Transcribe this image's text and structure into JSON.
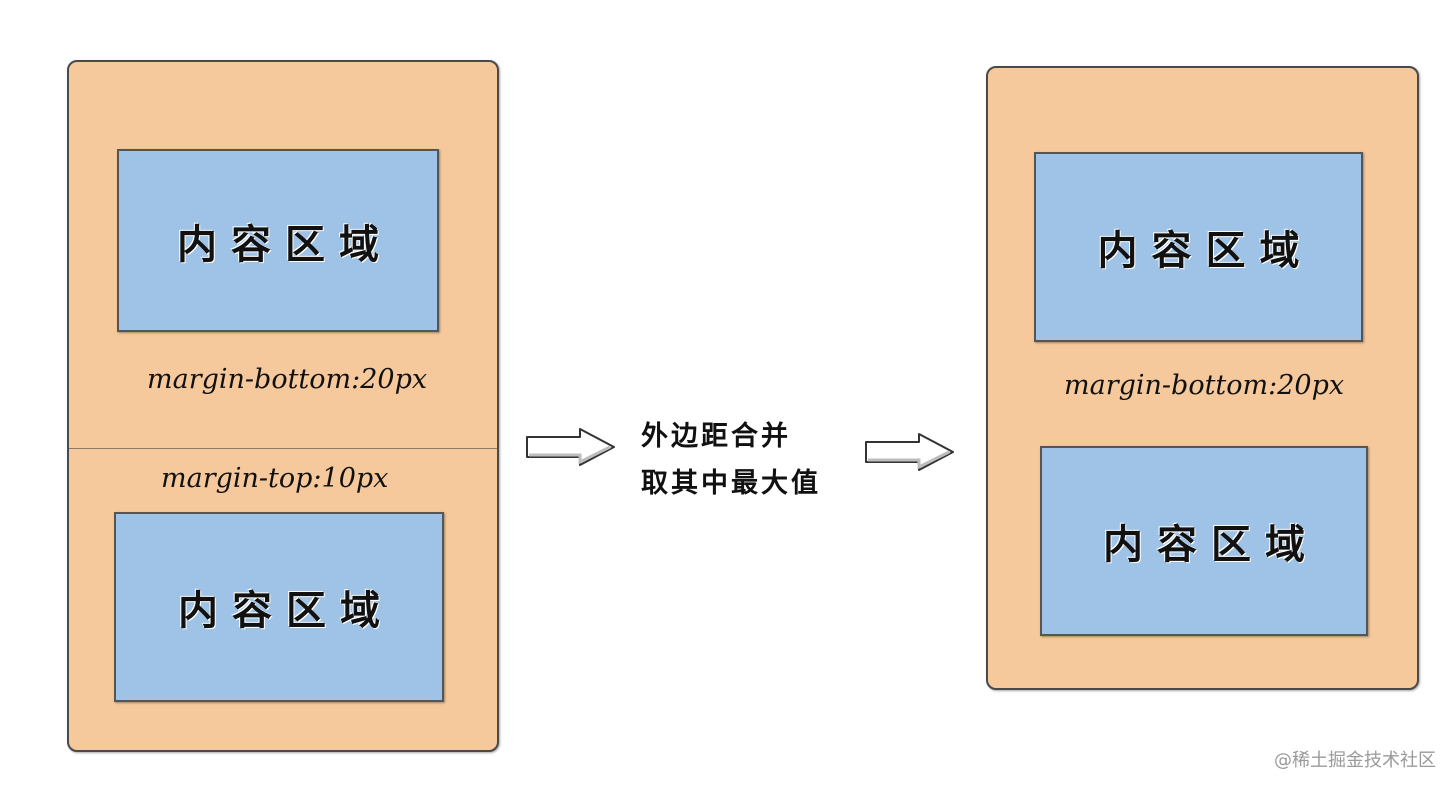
{
  "left_diagram": {
    "top_box_label": "内容区域",
    "bottom_box_label": "内容区域",
    "top_margin_label": "margin-bottom:20px",
    "bottom_margin_label": "margin-top:10px"
  },
  "middle_note": {
    "line1": "外边距合并",
    "line2": "取其中最大值"
  },
  "right_diagram": {
    "top_box_label": "内容区域",
    "bottom_box_label": "内容区域",
    "margin_label": "margin-bottom:20px"
  },
  "watermark": "@稀土掘金技术社区",
  "colors": {
    "outer_fill": "#f5c99b",
    "inner_fill": "#9fc3e6"
  },
  "icons": [
    "right-arrow-icon"
  ]
}
